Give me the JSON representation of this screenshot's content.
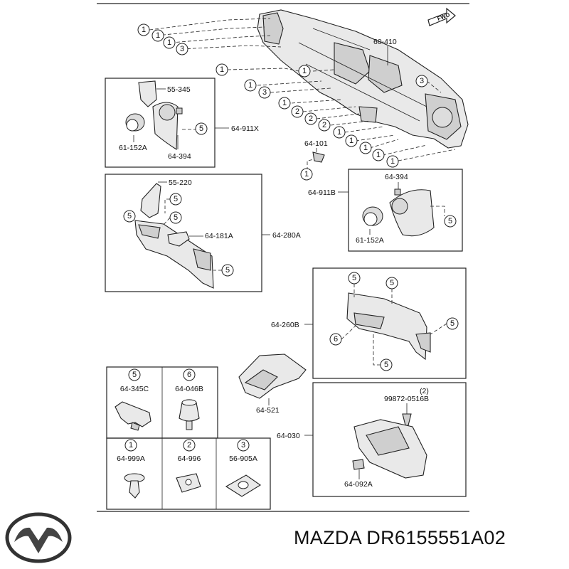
{
  "fwd_label": "FWD",
  "parts": {
    "dash_panel": "60-410",
    "assy_upper_left": "64-911X",
    "bracket_upper_left": "55-345",
    "vent_upper_left": "61-152A",
    "vent_ring_upper_left": "64-394",
    "clip_center": "64-101",
    "assy_right": "64-911B",
    "vent_ring_right": "64-394",
    "vent_right": "61-152A",
    "lower_panel": "64-280A",
    "lower_panel_bracket": "55-220",
    "lower_panel_clip": "64-181A",
    "glove_lid_panel": "64-260B",
    "under_cover": "64-521",
    "glove_box": "64-030",
    "screw_qty": "(2)",
    "screw": "99872-0516B",
    "latch_striker": "64-092A"
  },
  "legend": [
    {
      "num": "5",
      "part": "64-345C",
      "icon": "clip-icon"
    },
    {
      "num": "6",
      "part": "64-046B",
      "icon": "rubber-stopper-icon"
    },
    {
      "num": "1",
      "part": "64-999A",
      "icon": "push-rivet-icon"
    },
    {
      "num": "2",
      "part": "64-996",
      "icon": "spring-nut-icon"
    },
    {
      "num": "3",
      "part": "56-905A",
      "icon": "clip-nut-icon"
    }
  ],
  "footer": {
    "brand": "MAZDA",
    "part_number": "DR6155551A02",
    "text": "MAZDA DR6155551A02"
  }
}
